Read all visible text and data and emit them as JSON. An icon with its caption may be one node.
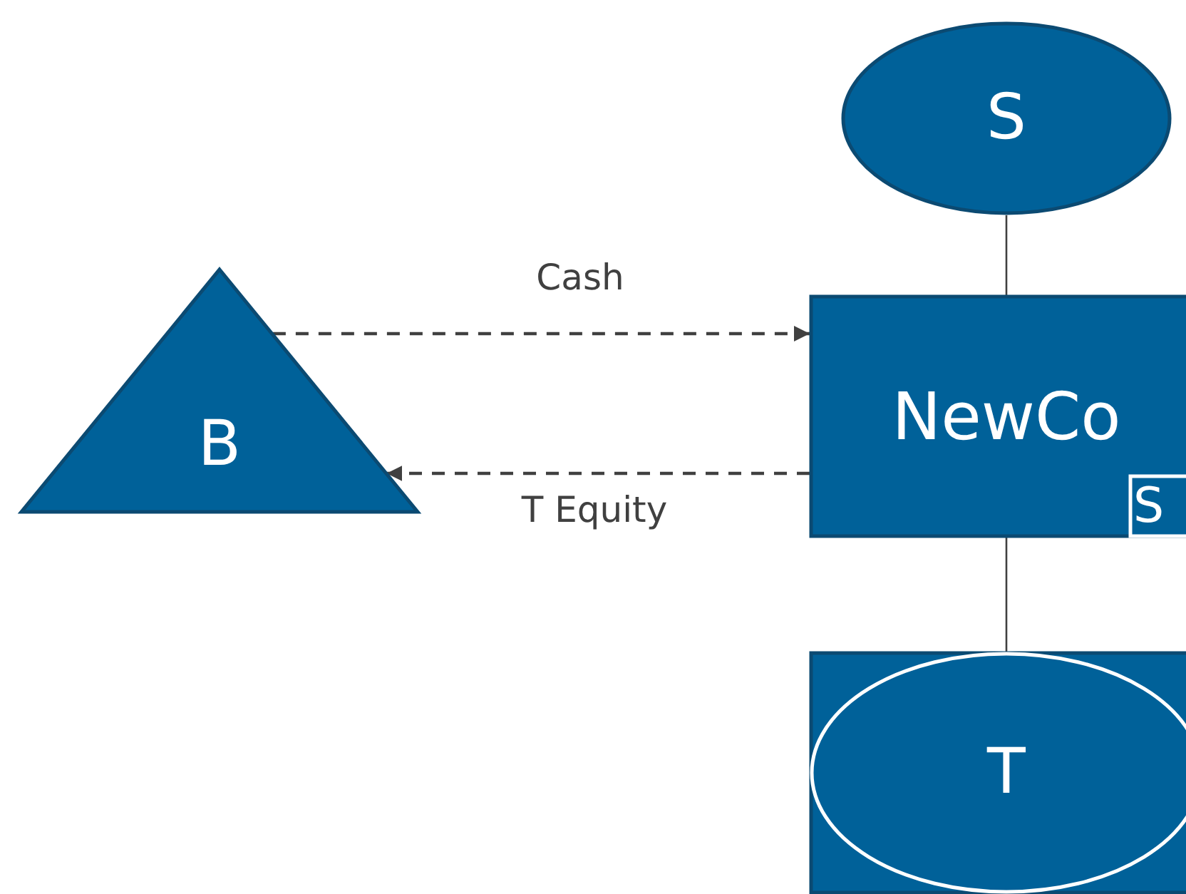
{
  "diagram": {
    "nodes": [
      {
        "text": [
          "S"
        ]
      },
      {
        "text": [
          "B"
        ]
      },
      {
        "text": [
          "NewCo"
        ]
      },
      {
        "text": [
          "S"
        ],
        "in": 2
      },
      {
        "text": [],
        "shape": "box"
      },
      {
        "text": [
          "T"
        ],
        "in": 4
      }
    ],
    "edges": [
      {
        "from": 0,
        "to": 2,
        "arrow": "none"
      },
      {
        "from": 1,
        "to": 2,
        "arrow": "to",
        "label": "Cash",
        "style": "dashed"
      },
      {
        "from": 2,
        "to": 1,
        "arrow": "to",
        "label": "T Equity",
        "style": "dashed"
      },
      {
        "from": 2,
        "to": 4,
        "arrow": "none"
      }
    ]
  }
}
